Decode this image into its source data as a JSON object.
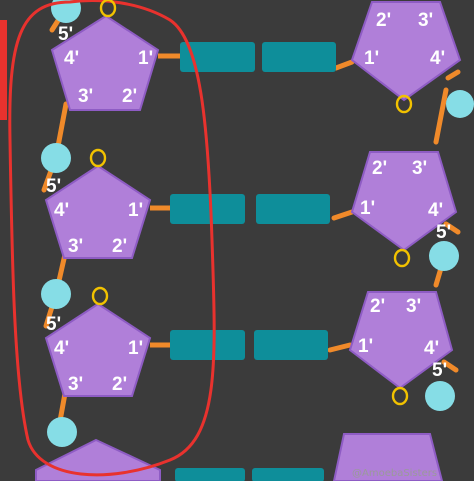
{
  "diagram": {
    "colors": {
      "background": "#3b3b3b",
      "sugar": "#b07fd9",
      "sugar_outline": "#8e5cc4",
      "phosphate": "#86dde6",
      "backbone": "#f08a2a",
      "base": "#0e8e9a",
      "oxygen": "#f2c200",
      "circle": "#e8322e",
      "left_bar": "#e8322e"
    },
    "left_strand": [
      {
        "c5": "5'",
        "c4": "4'",
        "c1": "1'",
        "c3": "3'",
        "c2": "2'",
        "oxygen": "O"
      },
      {
        "c5": "5'",
        "c4": "4'",
        "c1": "1'",
        "c3": "3'",
        "c2": "2'",
        "oxygen": "O"
      },
      {
        "c5": "5'",
        "c4": "4'",
        "c1": "1'",
        "c3": "3'",
        "c2": "2'",
        "oxygen": "O"
      }
    ],
    "right_strand": [
      {
        "c2": "2'",
        "c3": "3'",
        "c1": "1'",
        "c4": "4'",
        "c5": "",
        "oxygen": "O"
      },
      {
        "c2": "2'",
        "c3": "3'",
        "c1": "1'",
        "c4": "4'",
        "c5": "5'",
        "oxygen": "O"
      },
      {
        "c2": "2'",
        "c3": "3'",
        "c1": "1'",
        "c4": "4'",
        "c5": "5'",
        "oxygen": "O"
      }
    ],
    "watermark": "@AmoebaSisters"
  }
}
